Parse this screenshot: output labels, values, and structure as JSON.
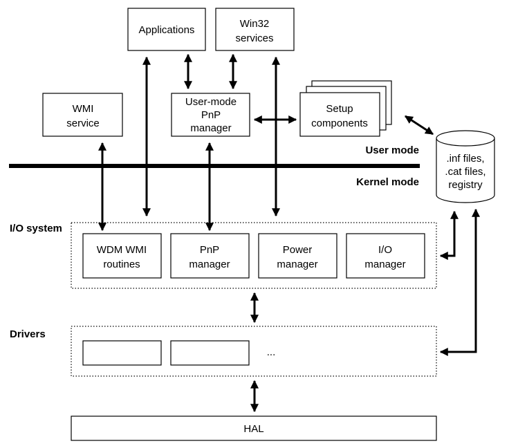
{
  "nodes": {
    "applications": "Applications",
    "win32": [
      "Win32",
      "services"
    ],
    "wmi_service": [
      "WMI",
      "service"
    ],
    "user_pnp": [
      "User-mode",
      "PnP",
      "manager"
    ],
    "setup": [
      "Setup",
      "components"
    ],
    "storage": [
      ".inf files,",
      ".cat files,",
      "registry"
    ],
    "wdm_wmi": [
      "WDM WMI",
      "routines"
    ],
    "pnp_manager": [
      "PnP",
      "manager"
    ],
    "power_manager": [
      "Power",
      "manager"
    ],
    "io_manager": [
      "I/O",
      "manager"
    ],
    "hal": "HAL",
    "ellipsis": "..."
  },
  "labels": {
    "user_mode": "User mode",
    "kernel_mode": "Kernel mode",
    "io_system": "I/O system",
    "drivers": "Drivers"
  }
}
